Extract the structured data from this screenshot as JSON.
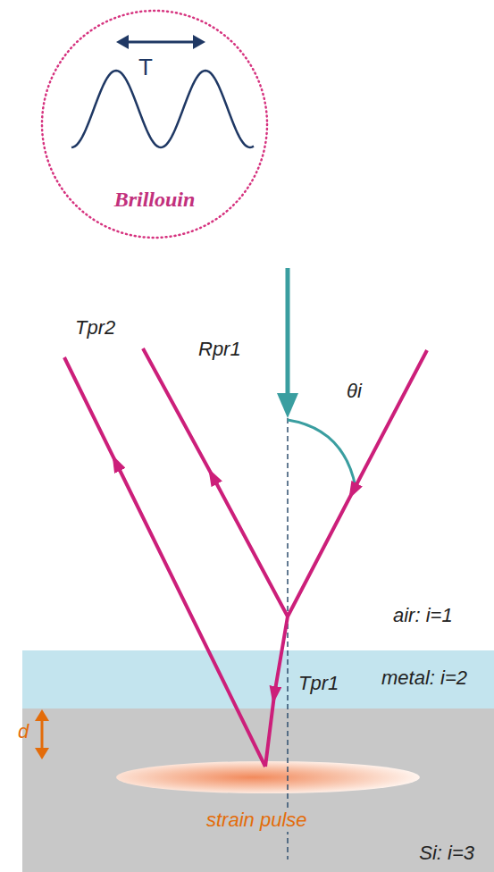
{
  "diagram": {
    "nodes": [
      {
        "text": [
          "T",
          "Brillouin"
        ]
      },
      {
        "text": [
          "metal: i=2"
        ]
      },
      {
        "text": [
          "Si: i=3"
        ]
      }
    ],
    "labels": [
      "Rpr1",
      "θi",
      "Tpr2",
      "air: i=1",
      "Tpr1",
      "d",
      "strain pulse"
    ]
  }
}
